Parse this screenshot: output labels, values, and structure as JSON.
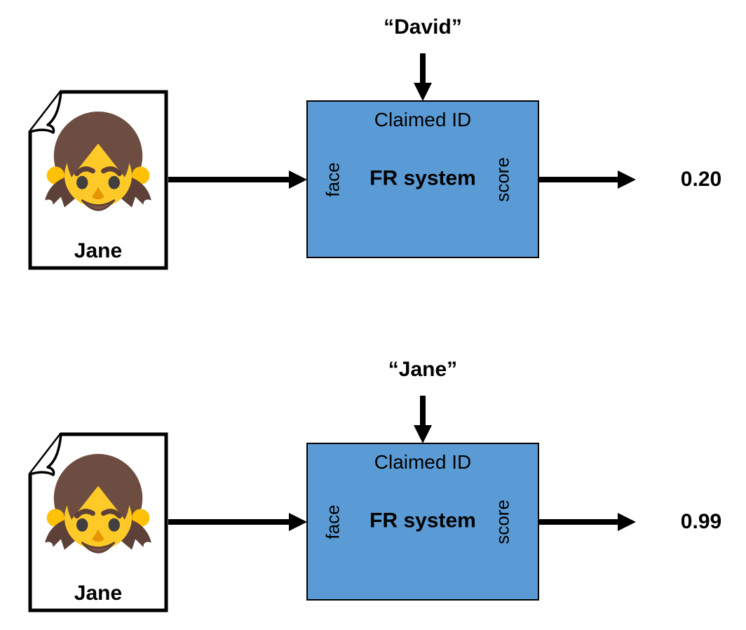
{
  "colors": {
    "box-fill": "#5b9bd5",
    "box-border": "#000000",
    "arrow": "#000000",
    "text": "#000000",
    "page-bg": "#ffffff"
  },
  "rows": [
    {
      "claimed_id_value": "“David”",
      "photo_name": "Jane",
      "box_title": "Claimed ID",
      "system_name": "FR system",
      "input_port": "face",
      "output_port": "score",
      "score": "0.20"
    },
    {
      "claimed_id_value": "“Jane”",
      "photo_name": "Jane",
      "box_title": "Claimed ID",
      "system_name": "FR system",
      "input_port": "face",
      "output_port": "score",
      "score": "0.99"
    }
  ]
}
